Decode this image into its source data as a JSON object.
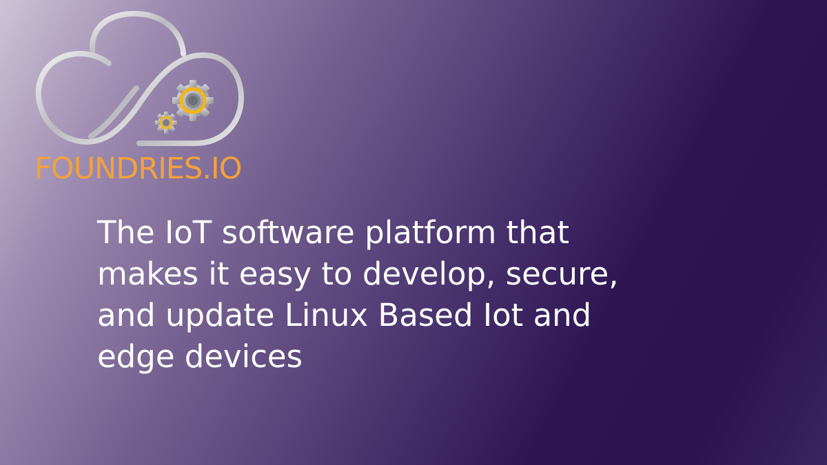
{
  "logo": {
    "wordmark": "FOUNDRIES.IO",
    "icon": "cloud-infinity-gears-icon",
    "colors": {
      "wordmark": "#f2a23a",
      "gear_ring": "#f5b511",
      "cloud_outline": "#c8c8cc"
    }
  },
  "tagline": {
    "lines": [
      "The IoT software platform that",
      "makes it easy to develop, secure,",
      "and update Linux Based Iot and",
      "edge devices"
    ]
  },
  "colors": {
    "background_light": "#cdc3d6",
    "background_dark": "#2b1350",
    "text": "#ffffff"
  }
}
